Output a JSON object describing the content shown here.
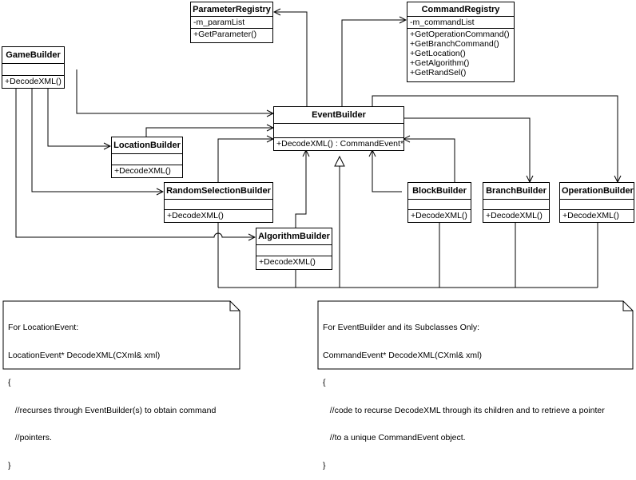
{
  "classes": {
    "parameter_registry": {
      "name": "ParameterRegistry",
      "attrs": [
        "-m_paramList"
      ],
      "ops": [
        "+GetParameter()"
      ]
    },
    "command_registry": {
      "name": "CommandRegistry",
      "attrs": [
        "-m_commandList"
      ],
      "ops": [
        "+GetOperationCommand()",
        "+GetBranchCommand()",
        "+GetLocation()",
        "+GetAlgorithm()",
        "+GetRandSel()"
      ]
    },
    "game_builder": {
      "name": "GameBuilder",
      "ops": [
        "+DecodeXML()"
      ]
    },
    "event_builder": {
      "name": "EventBuilder",
      "ops": [
        "+DecodeXML() : CommandEvent*"
      ]
    },
    "location_builder": {
      "name": "LocationBuilder",
      "ops": [
        "+DecodeXML()"
      ]
    },
    "random_selection_builder": {
      "name": "RandomSelectionBuilder",
      "ops": [
        "+DecodeXML()"
      ]
    },
    "algorithm_builder": {
      "name": "AlgorithmBuilder",
      "ops": [
        "+DecodeXML()"
      ]
    },
    "block_builder": {
      "name": "BlockBuilder",
      "ops": [
        "+DecodeXML()"
      ]
    },
    "branch_builder": {
      "name": "BranchBuilder",
      "ops": [
        "+DecodeXML()"
      ]
    },
    "operation_builder": {
      "name": "OperationBuilder",
      "ops": [
        "+DecodeXML()"
      ]
    }
  },
  "notes": {
    "location_note": {
      "lines": [
        "For LocationEvent:",
        "LocationEvent* DecodeXML(CXml& xml)",
        "{",
        "   //recurses through EventBuilder(s) to obtain command",
        "   //pointers.",
        "}"
      ]
    },
    "event_note": {
      "lines": [
        "For EventBuilder and its Subclasses Only:",
        "CommandEvent* DecodeXML(CXml& xml)",
        "{",
        "   //code to recurse DecodeXML through its children and to retrieve a pointer",
        "   //to a unique CommandEvent object.",
        "}"
      ]
    }
  }
}
